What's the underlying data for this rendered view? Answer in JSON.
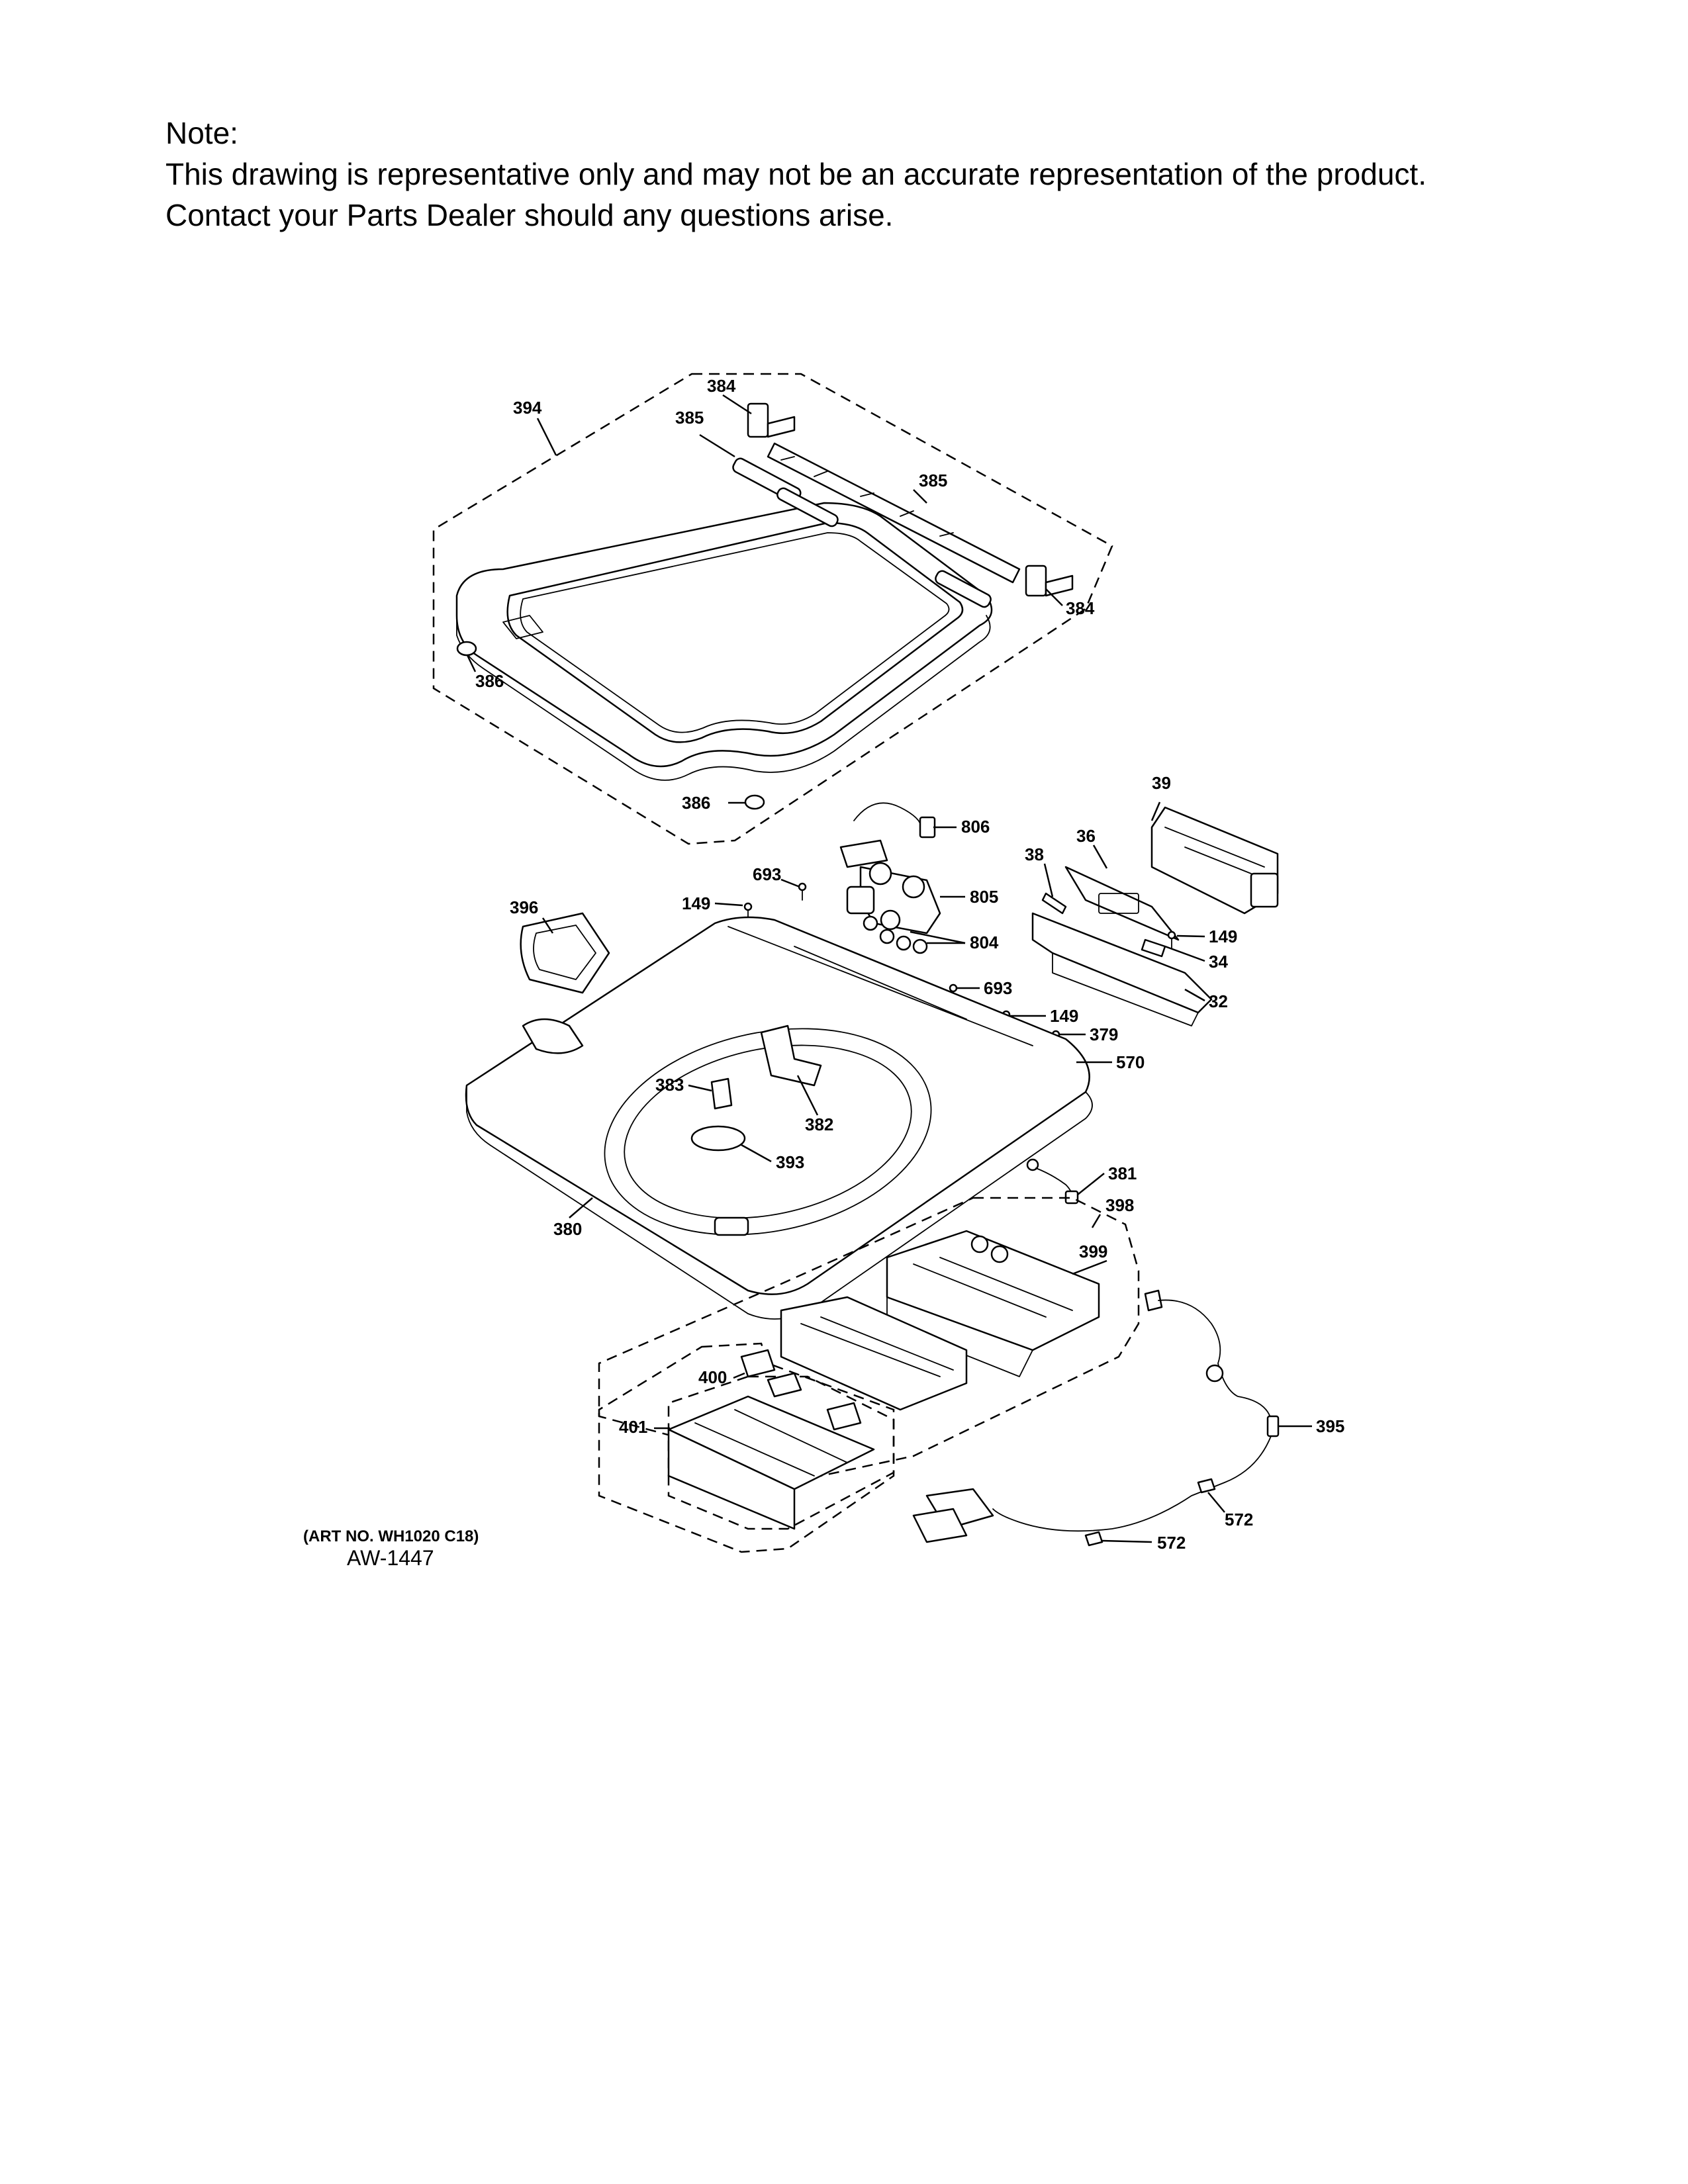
{
  "note": {
    "line1": "Note:",
    "line2": "This drawing is representative only and may not be an accurate representation of the product.",
    "line3": "Contact your Parts Dealer should any questions arise."
  },
  "art_number": "(ART NO. WH1020 C18)",
  "drawing_id": "AW-1447",
  "callouts": {
    "c394": "394",
    "c384a": "384",
    "c385a": "385",
    "c385b": "385",
    "c384b": "384",
    "c386a": "386",
    "c386b": "386",
    "c39": "39",
    "c806": "806",
    "c36": "36",
    "c38": "38",
    "c693a": "693",
    "c805": "805",
    "c396": "396",
    "c149a": "149",
    "c804": "804",
    "c149b": "149",
    "c34": "34",
    "c693b": "693",
    "c149c": "149",
    "c32": "32",
    "c379": "379",
    "c570": "570",
    "c383": "383",
    "c382": "382",
    "c393": "393",
    "c381": "381",
    "c398": "398",
    "c380": "380",
    "c399": "399",
    "c400": "400",
    "c401": "401",
    "c395": "395",
    "c572a": "572",
    "c572b": "572"
  }
}
